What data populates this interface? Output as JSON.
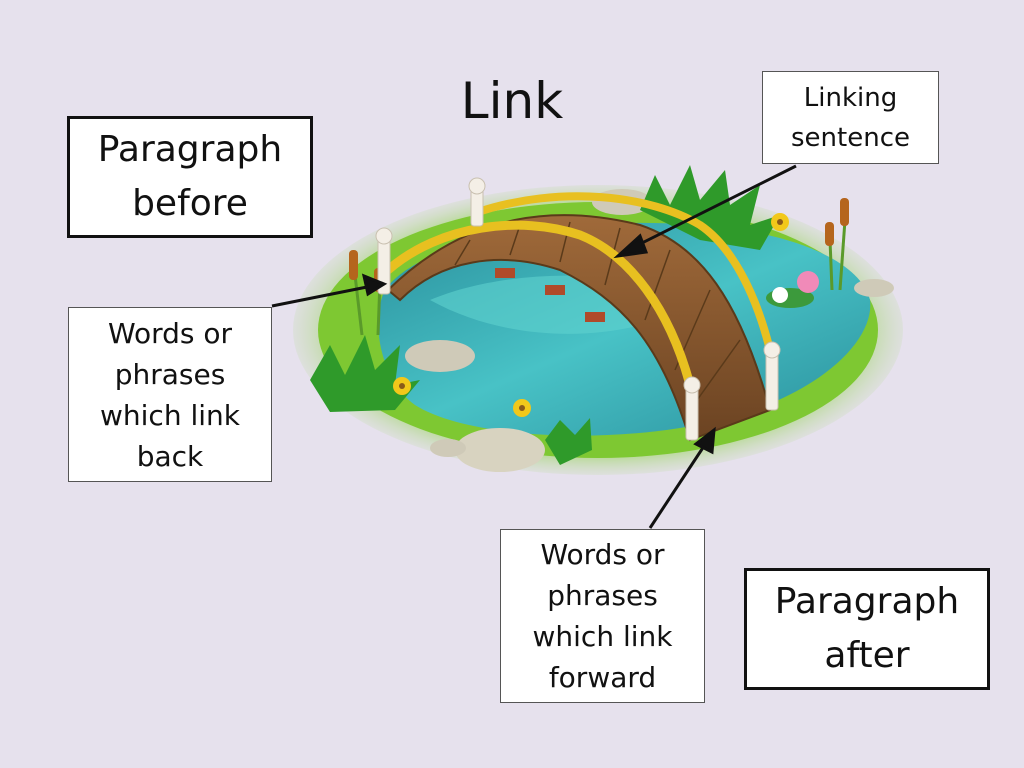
{
  "slide": {
    "title": "Link",
    "paragraph_before": "Paragraph\nbefore",
    "paragraph_after": "Paragraph\nafter",
    "linking_sentence": "Linking\nsentence",
    "link_back": "Words or\nphrases\nwhich link\nback",
    "link_forward": "Words or\nphrases\nwhich link\nforward"
  },
  "colors": {
    "background": "#e6e1ed",
    "grass": "#7ec832",
    "water": "#3fb0b8",
    "bridge_wood": "#8a5a32",
    "rail": "#e8c020",
    "arrow": "#111111"
  },
  "icons": [
    "bridge-illustration",
    "arrow-icon"
  ]
}
